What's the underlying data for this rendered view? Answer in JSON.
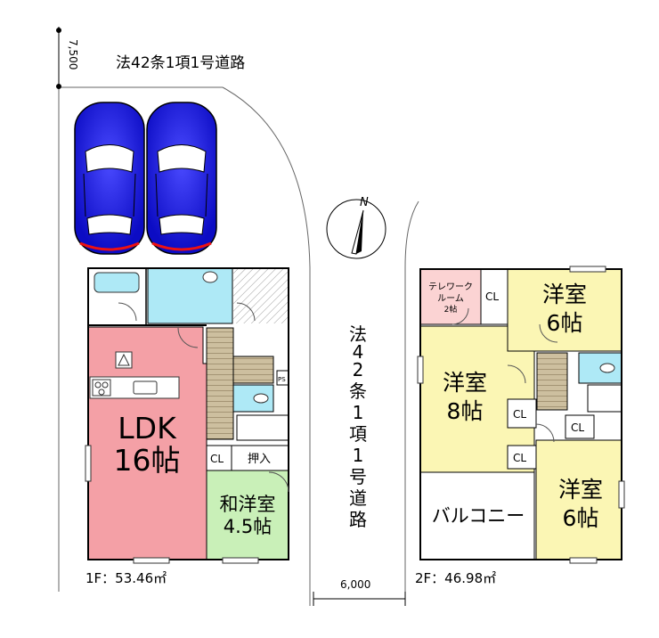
{
  "road_top": "法42条1項1号道路",
  "road_side": "法42条1項1号道路",
  "dim_top": "7,500",
  "dim_bottom": "6,000",
  "compass_letter": "N",
  "floor1": {
    "area": "1F：53.46㎡",
    "ldk_line1": "LDK",
    "ldk_line2": "16帖",
    "washitsu_line1": "和洋室",
    "washitsu_line2": "4.5帖",
    "cl": "CL",
    "oshiire": "押入",
    "ps": "PS"
  },
  "floor2": {
    "area": "2F：46.98㎡",
    "telework_line1": "テレワーク",
    "telework_line2": "ルーム",
    "telework_line3": "2帖",
    "cl": "CL",
    "youshitsu_ne_line1": "洋室",
    "youshitsu_ne_line2": "6帖",
    "youshitsu_w_line1": "洋室",
    "youshitsu_w_line2": "8帖",
    "youshitsu_se_line1": "洋室",
    "youshitsu_se_line2": "6帖",
    "balcony": "バルコニー"
  },
  "colors": {
    "ldk": "#f4a0a6",
    "wet_area": "#aee9f6",
    "washitsu": "#c9f0b8",
    "bedroom": "#fbf6b4",
    "telework": "#fbd3d3",
    "car": "#1e1ee6",
    "stairs": "#c9b998"
  }
}
